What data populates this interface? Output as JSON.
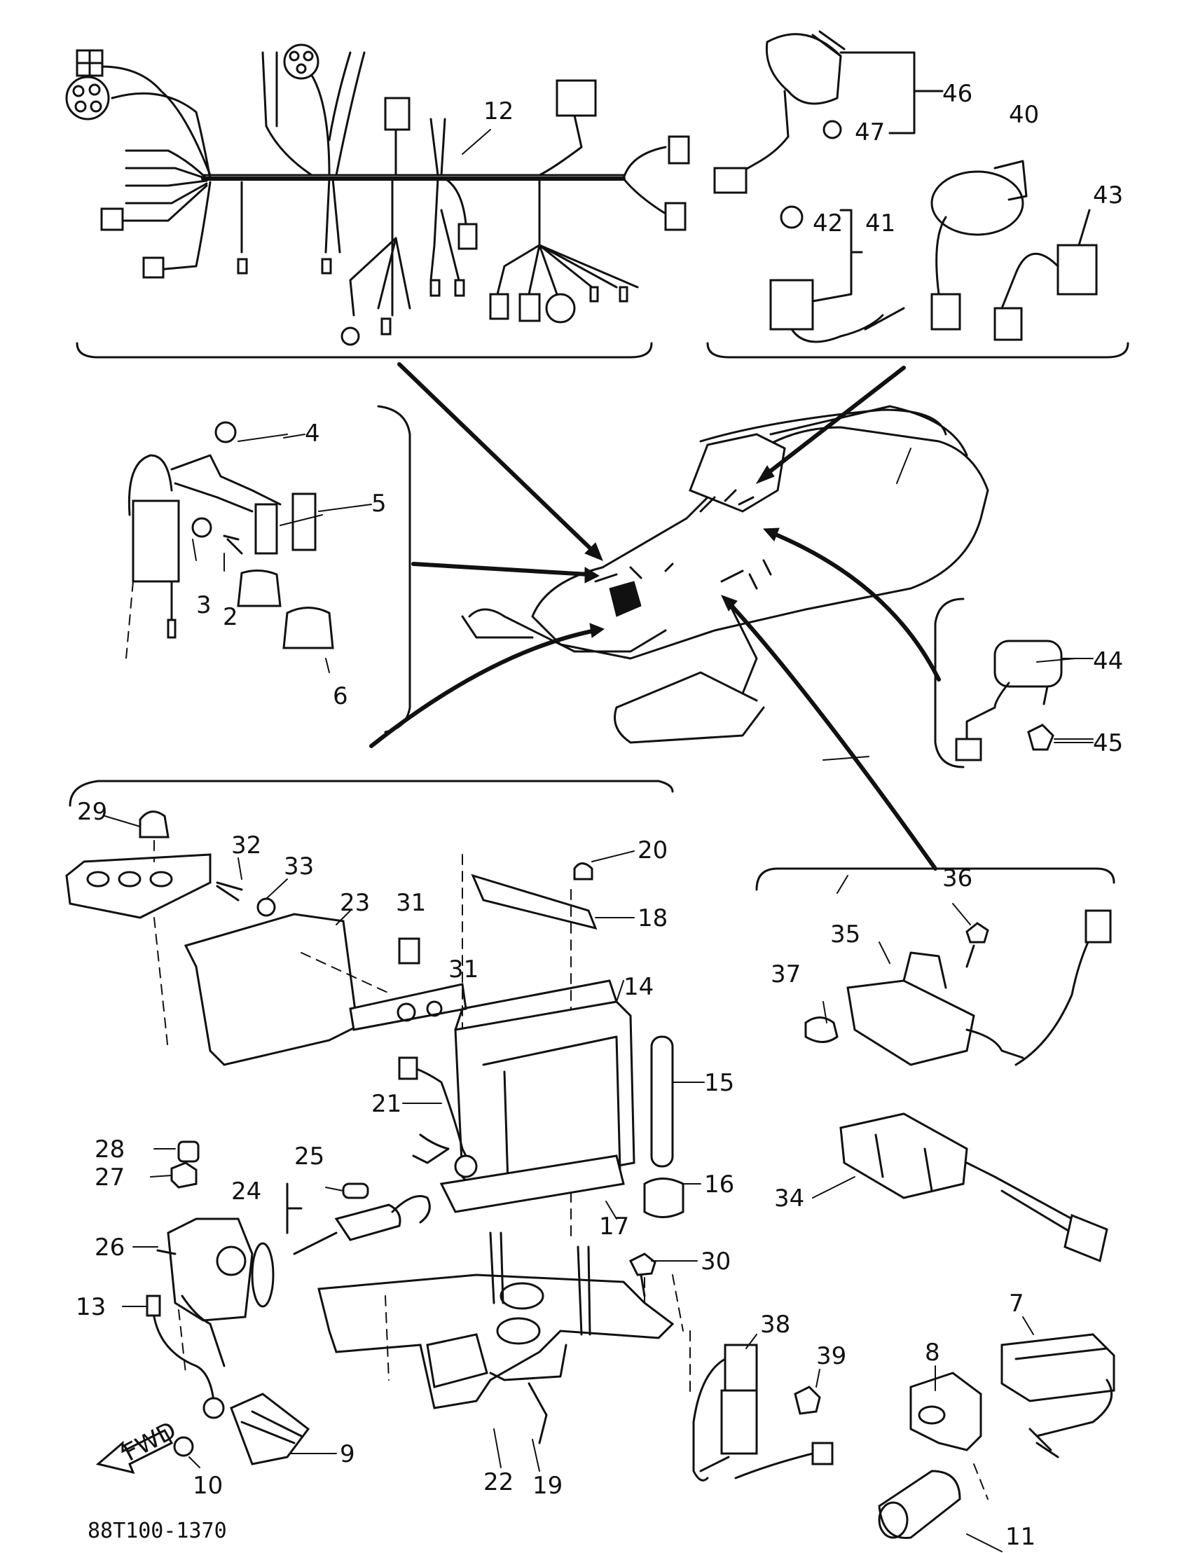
{
  "diagram": {
    "part_number": "88T100-1370",
    "fwd_label": "FWD",
    "callouts": {
      "c2": "2",
      "c3": "3",
      "c4": "4",
      "c5": "5",
      "c6": "6",
      "c7": "7",
      "c8": "8",
      "c9": "9",
      "c10": "10",
      "c11": "11",
      "c12": "12",
      "c13": "13",
      "c14": "14",
      "c15": "15",
      "c16": "16",
      "c17": "17",
      "c18": "18",
      "c19": "19",
      "c20": "20",
      "c21": "21",
      "c22": "22",
      "c23": "23",
      "c24": "24",
      "c25": "25",
      "c26": "26",
      "c27": "27",
      "c28": "28",
      "c29": "29",
      "c30": "30",
      "c31a": "31",
      "c31b": "31",
      "c32": "32",
      "c33": "33",
      "c34": "34",
      "c35": "35",
      "c36": "36",
      "c37": "37",
      "c38": "38",
      "c39": "39",
      "c40": "40",
      "c41": "41",
      "c42": "42",
      "c43": "43",
      "c44": "44",
      "c45": "45",
      "c46": "46",
      "c47": "47"
    }
  }
}
